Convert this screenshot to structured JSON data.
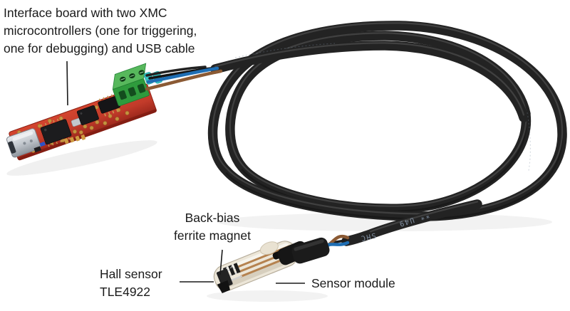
{
  "figure": {
    "annotations": {
      "interface_board": {
        "lines": [
          "Interface board with two XMC",
          "microcontrollers (one for triggering,",
          "one for debugging) and USB cable"
        ]
      },
      "back_bias": {
        "lines": [
          "Back-bias",
          "ferrite magnet"
        ]
      },
      "hall_sensor": {
        "lines": [
          "Hall sensor",
          "TLE4922"
        ]
      },
      "sensor_module": {
        "label": "Sensor module"
      }
    },
    "cable_markings": {
      "mark_shc": "SHC",
      "mark_lot": "** U49"
    },
    "colors": {
      "cable_black": "#232323",
      "pcb_red": "#c23b2a",
      "terminal_green": "#2f9b3d",
      "heatshrink_teal": "#35c2c2",
      "wire_blue": "#1e6eb4",
      "wire_brown": "#8b5a34",
      "label_text": "#1a1a1a"
    }
  }
}
